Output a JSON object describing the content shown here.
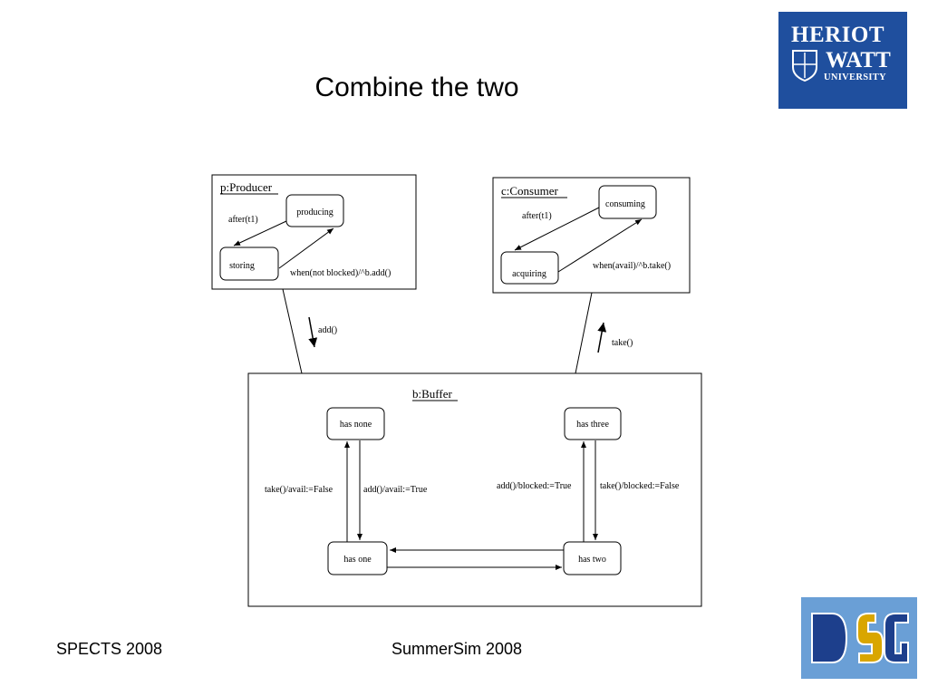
{
  "slide": {
    "title": "Combine the two",
    "footer_left": "SPECTS 2008",
    "footer_center": "SummerSim 2008"
  },
  "logos": {
    "heriot_watt": {
      "line1": "HERIOT",
      "line2": "WATT",
      "line3": "UNIVERSITY",
      "color": "#1f4f9e"
    },
    "dsg": {
      "text": "DSG",
      "color": "#6a9fd6"
    }
  },
  "diagram": {
    "producer": {
      "title": "p:Producer",
      "states": {
        "producing": "producing",
        "storing": "storing"
      },
      "transitions": {
        "after": "after(t1)",
        "when": "when(not blocked)/^b.add()"
      }
    },
    "consumer": {
      "title": "c:Consumer",
      "states": {
        "consuming": "consuming",
        "acquiring": "acquiring"
      },
      "transitions": {
        "after": "after(t1)",
        "when": "when(avail)/^b.take()"
      }
    },
    "buffer": {
      "title": "b:Buffer",
      "states": {
        "none": "has none",
        "one": "has one",
        "two": "has two",
        "three": "has three"
      },
      "transitions": {
        "take_none": "take()/avail:=False",
        "add_none": "add()/avail:=True",
        "add_three": "add()/blocked:=True",
        "take_three": "take()/blocked:=False"
      }
    },
    "messages": {
      "add": "add()",
      "take": "take()"
    }
  }
}
